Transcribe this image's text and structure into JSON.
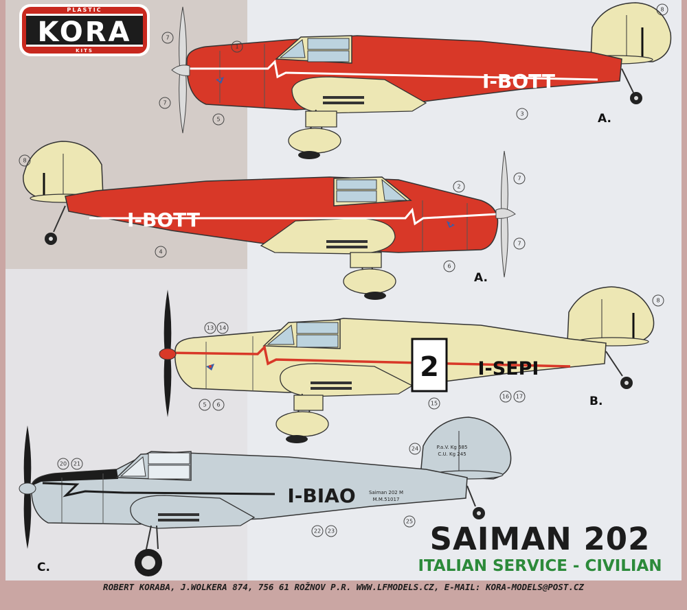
{
  "logo": {
    "top_label": "PLASTIC",
    "name": "KORA",
    "bottom_label": "KITS"
  },
  "title": "SAIMAN 202",
  "subtitle": "ITALIAN SERVICE - CIVILIAN",
  "footer": "ROBERT KORABA, J.WOLKERA 874, 756 61 ROŽNOV P.R.   WWW.LFMODELS.CZ, E-MAIL: KORA-MODELS@POST.CZ",
  "aircraft": [
    {
      "id": "a1",
      "registration": "I-BOTT",
      "scheme_letter": "A.",
      "callouts": [
        "1",
        "3",
        "5",
        "7",
        "7",
        "8"
      ]
    },
    {
      "id": "a2",
      "registration": "I-BOTT",
      "scheme_letter": "A.",
      "callouts": [
        "2",
        "4",
        "6",
        "7",
        "7",
        "8"
      ]
    },
    {
      "id": "b",
      "registration": "I-SEPI",
      "race_number": "2",
      "scheme_letter": "B.",
      "callouts": [
        "13",
        "14",
        "5",
        "6",
        "8",
        "15",
        "16",
        "17"
      ]
    },
    {
      "id": "c",
      "registration": "I-BIAO",
      "scheme_letter": "C.",
      "fin_text": [
        "P.a.V. Kg 685",
        "C.U. Kg 245"
      ],
      "fuselage_text": [
        "Saiman 202 M",
        "M.M.51017"
      ],
      "callouts": [
        "20",
        "21",
        "22",
        "23",
        "24",
        "25"
      ]
    }
  ],
  "colors": {
    "red": "#d83828",
    "cream": "#ede7b4",
    "grey_blue": "#c7d2d8",
    "background_left": "#d4ccc8",
    "background_right": "#e9ebef",
    "frame": "#caa6a3",
    "title_green": "#2c8a3a"
  }
}
